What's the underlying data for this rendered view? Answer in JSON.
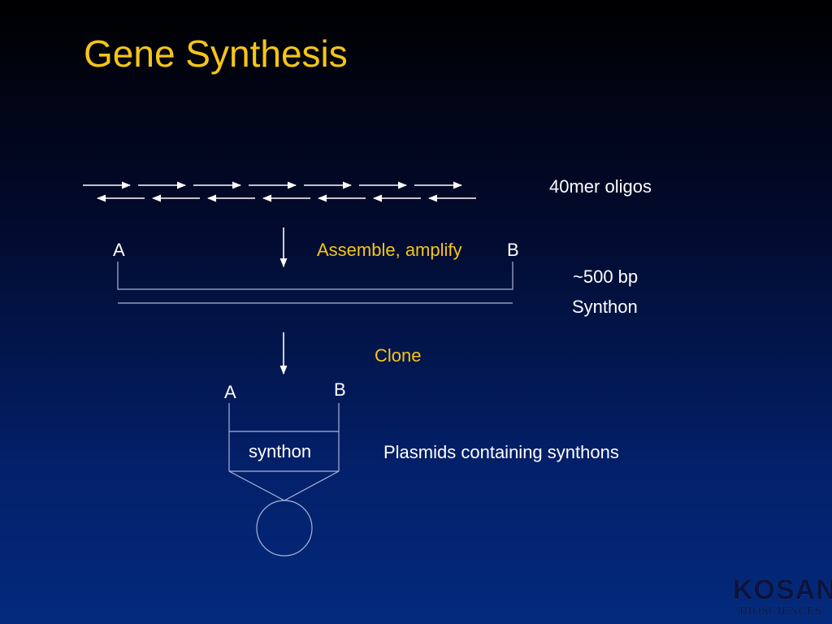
{
  "title": "Gene Synthesis",
  "labels": {
    "oligos": "40mer oligos",
    "assemble_a": "A",
    "assemble_step": "Assemble, amplify",
    "assemble_b": "B",
    "synthon_size": "~500 bp",
    "synthon_name": "Synthon",
    "clone_step": "Clone",
    "plasmid_a": "A",
    "plasmid_b": "B",
    "plasmid_insert": "synthon",
    "plasmids": "Plasmids containing synthons"
  },
  "logo": {
    "name": "KOSAN",
    "subtitle": "BIOSCIENCES"
  },
  "colors": {
    "title": "#f5c518",
    "step_text": "#f5c518",
    "text": "#ffffff",
    "lines": "#aab4d8"
  }
}
